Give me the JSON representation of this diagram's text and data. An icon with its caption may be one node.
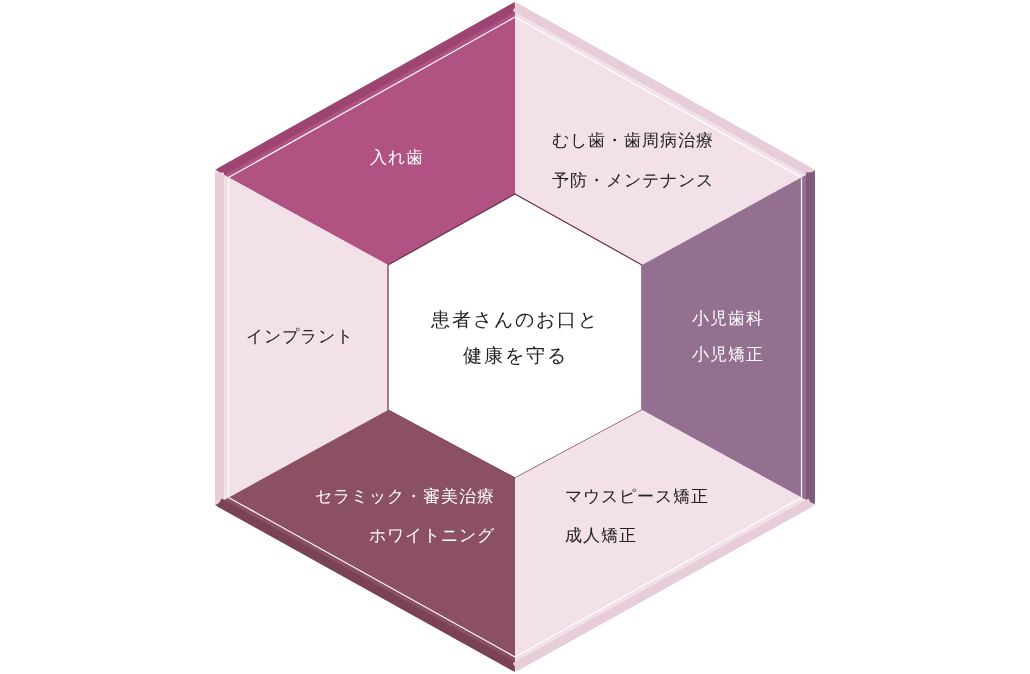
{
  "diagram": {
    "nodes": [
      {
        "text": [
          "入れ歯"
        ]
      },
      {
        "text": [
          "むし歯・歯周病治療",
          "予防・メンテナンス"
        ]
      },
      {
        "text": [
          "インプラント"
        ]
      },
      {
        "text": [
          "患者さんのお口と健康を守る"
        ]
      },
      {
        "text": [
          "小児歯科",
          "小児矯正"
        ]
      },
      {
        "text": [
          "セラミック・審美治療",
          "ホワイトニング"
        ]
      },
      {
        "text": [
          "マウスピース矯正",
          "成人矯正"
        ]
      }
    ]
  }
}
